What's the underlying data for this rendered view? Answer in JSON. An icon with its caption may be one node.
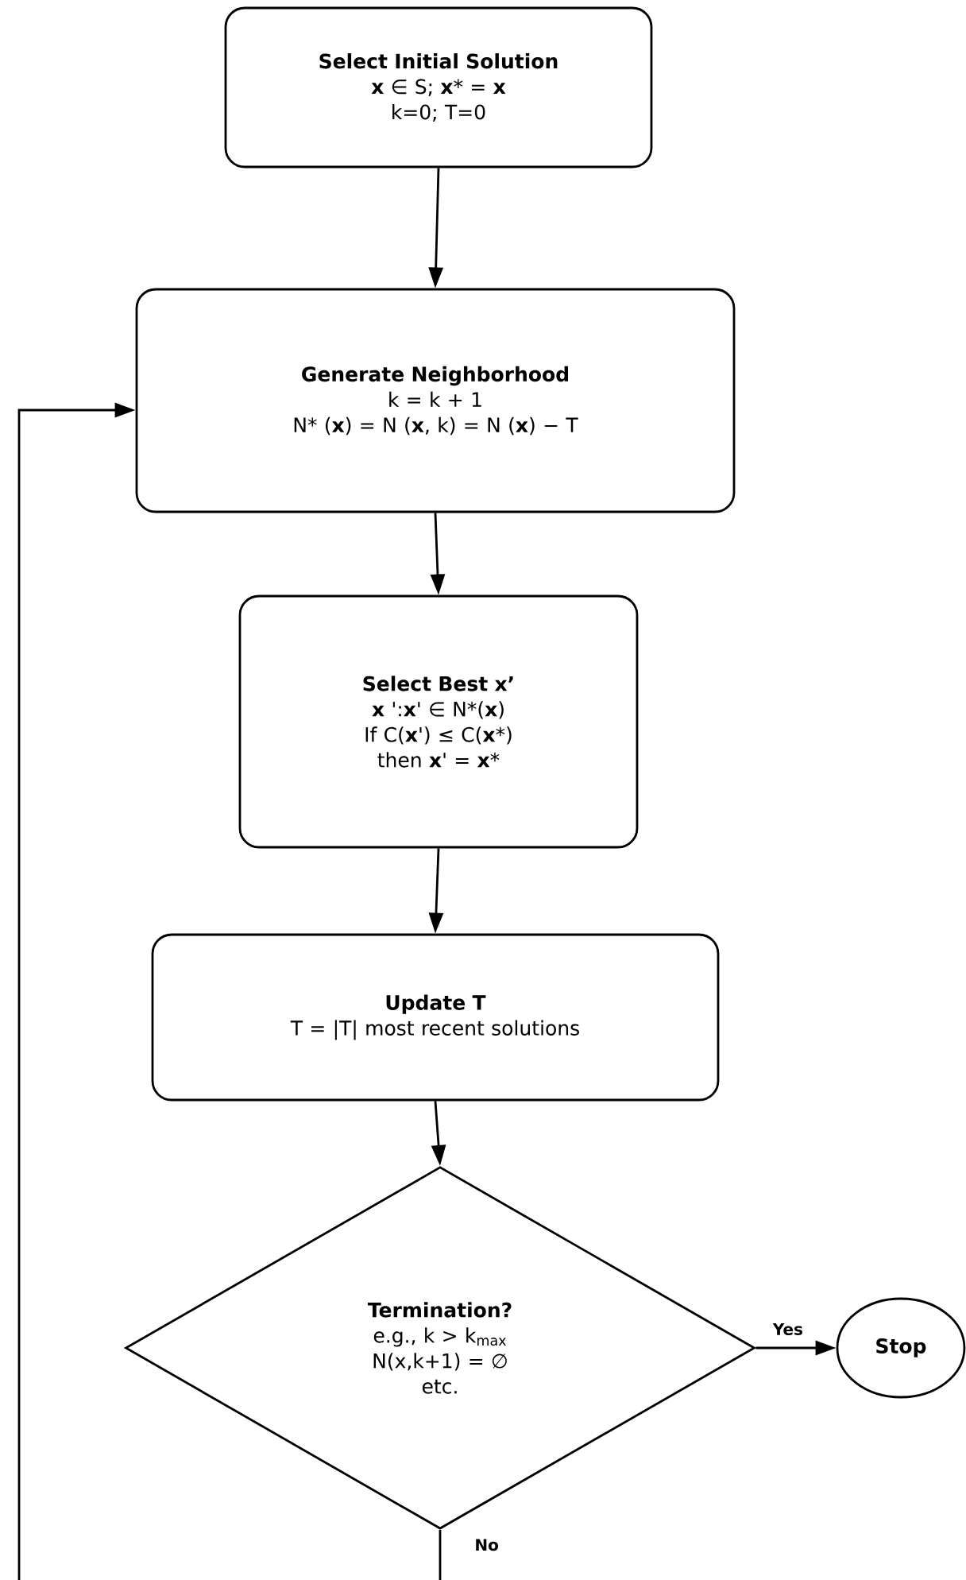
{
  "diagram": {
    "nodes": [
      {
        "text": [
          "Select Initial Solution",
          "**x** ∈ S; **x*** = **x**",
          "k=0; T=0"
        ]
      },
      {
        "text": [
          "Generate Neighborhood",
          "k = k + 1",
          "N* (**x**) = N (**x**, k) = N (**x**) − T"
        ]
      },
      {
        "text": [
          "Select Best x’",
          "**x** ':**x**' ∈ N*(**x**)",
          "If C(**x**') ≤ C(**x***)",
          "then **x**' = **x***"
        ]
      },
      {
        "text": [
          "Update T",
          "T = |T| most recent solutions"
        ]
      },
      {
        "text": [
          "Termination?",
          "e.g., k > k$_{max}$",
          "N(x,k+1) = ∅",
          "etc."
        ]
      },
      {
        "text": [
          "Stop"
        ]
      }
    ],
    "edges": [
      {
        "from": 0,
        "to": 1,
        "arrow": "to"
      },
      {
        "from": 1,
        "to": 2,
        "arrow": "to"
      },
      {
        "from": 2,
        "to": 3,
        "arrow": "to"
      },
      {
        "from": 3,
        "to": 4,
        "arrow": "to"
      },
      {
        "from": 4,
        "to": 5,
        "arrow": "to",
        "label": "Yes"
      },
      {
        "from": 4,
        "to": 1,
        "arrow": "to",
        "label": "No"
      }
    ]
  }
}
